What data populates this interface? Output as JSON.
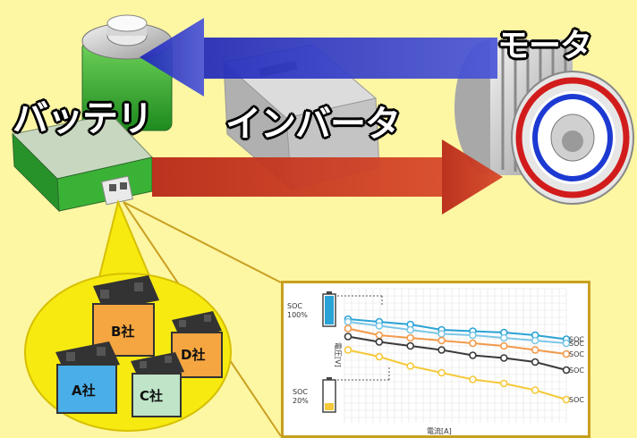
{
  "labels": {
    "battery": "バッテリ",
    "inverter": "インバータ",
    "motor": "モータ"
  },
  "makers": [
    "A社",
    "B社",
    "C社",
    "D社"
  ],
  "soc_high_label": [
    "SOC",
    "100%"
  ],
  "soc_low_label": [
    "SOC",
    "20%"
  ],
  "series_labels": [
    "SOC",
    "SOC",
    "SOC",
    "SOC",
    "SOC"
  ],
  "colors": {
    "background": "#fdf6a3",
    "arrow_top": "#2a33c4",
    "arrow_bottom": "#c22a1a",
    "battery_green": "#34b030",
    "bubble": "#f7ea10",
    "chart_border": "#c8a020"
  },
  "chart_data": {
    "type": "line",
    "xlabel": "電流[A]",
    "ylabel": "電圧[V]",
    "series": [
      {
        "color": "#2aa3d6",
        "values": [
          0.8,
          0.78,
          0.76,
          0.72,
          0.71,
          0.7,
          0.68,
          0.65
        ]
      },
      {
        "color": "#7cc7e6",
        "values": [
          0.78,
          0.75,
          0.72,
          0.69,
          0.68,
          0.66,
          0.64,
          0.62
        ]
      },
      {
        "color": "#f29a4a",
        "values": [
          0.73,
          0.68,
          0.66,
          0.64,
          0.62,
          0.6,
          0.57,
          0.54
        ]
      },
      {
        "color": "#3a3a3a",
        "values": [
          0.67,
          0.63,
          0.6,
          0.57,
          0.53,
          0.51,
          0.48,
          0.42
        ]
      },
      {
        "color": "#f5c93a",
        "values": [
          0.57,
          0.52,
          0.45,
          0.4,
          0.35,
          0.32,
          0.27,
          0.2
        ]
      }
    ]
  }
}
